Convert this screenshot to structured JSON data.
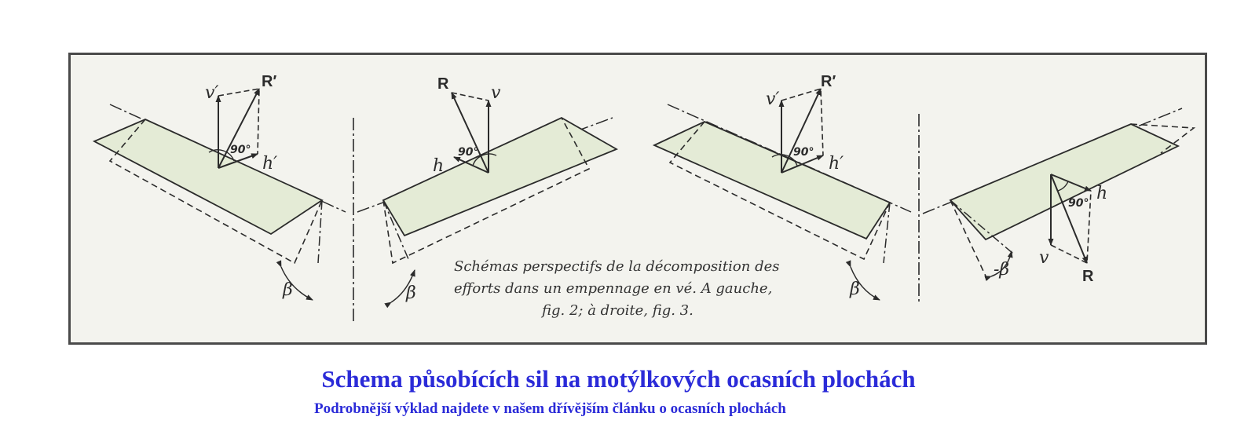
{
  "figure": {
    "caption_lines": [
      "Schémas perspectifs de la décomposition des",
      "efforts dans un empennage en vé. A gauche,",
      "fig. 2; à droite, fig. 3."
    ],
    "panels": [
      {
        "vertical_label": "v′",
        "resultant_label": "R′",
        "horizontal_label": "h′",
        "angle_label": "90°",
        "beta_label": "β"
      },
      {
        "vertical_label": "v",
        "resultant_label": "R",
        "horizontal_label": "h",
        "angle_label": "90°",
        "beta_label": "β"
      },
      {
        "vertical_label": "v′",
        "resultant_label": "R′",
        "horizontal_label": "h′",
        "angle_label": "90°",
        "beta_label": "β"
      },
      {
        "vertical_label": "v",
        "resultant_label": "R",
        "horizontal_label": "h",
        "angle_label": "90°",
        "beta_label": "-β"
      }
    ],
    "colors": {
      "plane_fill": "#e4ebd6",
      "line": "#2b2b2b",
      "frame_bg": "#f3f3ee",
      "title": "#2b2bd8"
    }
  },
  "title": "Schema působících sil na motýlkových ocasních plochách",
  "subtitle": "Podrobnější výklad najdete v našem dřívějším článku o ocasních plochách"
}
